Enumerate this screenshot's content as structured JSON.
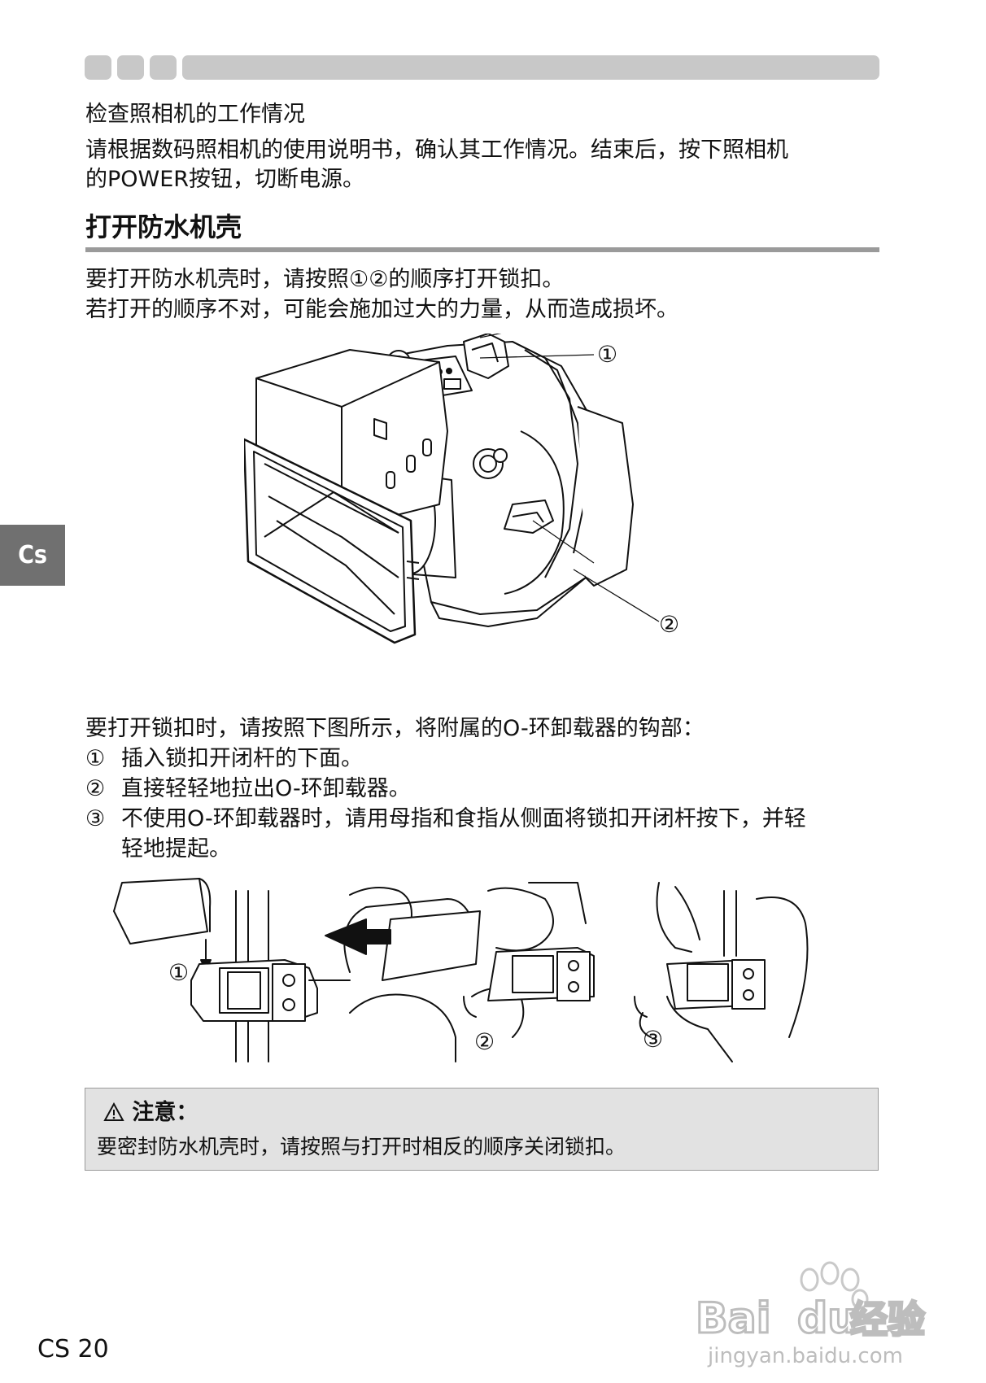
{
  "header": {
    "squares": 3
  },
  "section1": {
    "heading": "检查照相机的工作情况",
    "body_line1": "请根据数码照相机的使用说明书，确认其工作情况。结束后，按下照相机",
    "body_line2": "的POWER按钮，切断电源。"
  },
  "section2": {
    "title": "打开防水机壳",
    "intro_line1": "要打开防水机壳时，请按照①②的顺序打开锁扣。",
    "intro_line2": "若打开的顺序不对，可能会施加过大的力量，从而造成损坏。"
  },
  "figure1": {
    "callout1": "①",
    "callout2": "②"
  },
  "instructions": {
    "lead": "要打开锁扣时，请按照下图所示，将附属的O-环卸载器的钩部：",
    "steps": [
      {
        "num": "①",
        "text": "插入锁扣开闭杆的下面。"
      },
      {
        "num": "②",
        "text": "直接轻轻地拉出O-环卸载器。"
      },
      {
        "num": "③",
        "text": "不使用O-环卸载器时，请用母指和食指从侧面将锁扣开闭杆按下，并轻",
        "text2": "轻地提起。"
      }
    ]
  },
  "figure2": {
    "label1": "①",
    "label2": "②",
    "label3": "③"
  },
  "side_tab": "Cs",
  "caution": {
    "icon": "warning-triangle-icon",
    "title": "注意：",
    "text": "要密封防水机壳时，请按照与打开时相反的顺序关闭锁扣。"
  },
  "footer": {
    "page_number": "CS 20"
  },
  "watermark": {
    "brand_a": "Bai",
    "brand_b": "du",
    "brand_c": "经验",
    "url": "jingyan.baidu.com"
  },
  "colors": {
    "header_gray": "#c8c8c8",
    "rule_gray": "#9a9a9a",
    "tab_gray": "#707070",
    "caution_bg": "#e2e2e2"
  }
}
